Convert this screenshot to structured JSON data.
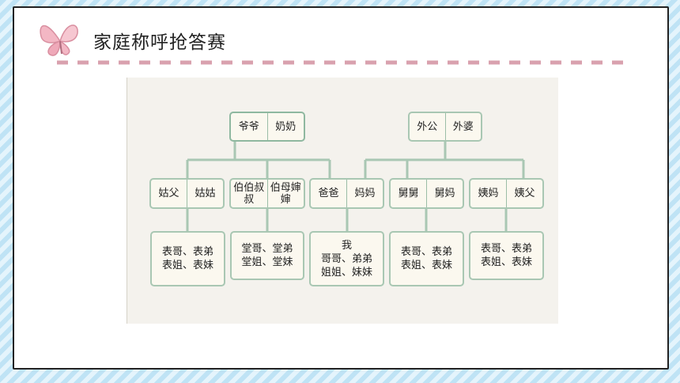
{
  "header": {
    "title": "家庭称呼抢答赛"
  },
  "colors": {
    "accent": "#d9a1ae",
    "line": "#a9c7b3",
    "border": "#222222"
  },
  "tree": {
    "paternal_grandparents": [
      "爷爷",
      "奶奶"
    ],
    "maternal_grandparents": [
      "外公",
      "外婆"
    ],
    "aunt_uncle_paternal": [
      "姑父",
      "姑姑"
    ],
    "uncles_paternal": [
      "伯伯叔叔",
      "伯母婶婶"
    ],
    "parents": [
      "爸爸",
      "妈妈"
    ],
    "uncles_maternal": [
      "舅舅",
      "舅妈"
    ],
    "aunts_maternal": [
      "姨妈",
      "姨父"
    ],
    "cousins_a": [
      "表哥、表弟",
      "表姐、表妹"
    ],
    "cousins_b": [
      "堂哥、堂弟",
      "堂姐、堂妹"
    ],
    "self": [
      "我",
      "哥哥、弟弟",
      "姐姐、妹妹"
    ],
    "cousins_c": [
      "表哥、表弟",
      "表姐、表妹"
    ],
    "cousins_d": [
      "表哥、表弟",
      "表姐、表妹"
    ]
  }
}
